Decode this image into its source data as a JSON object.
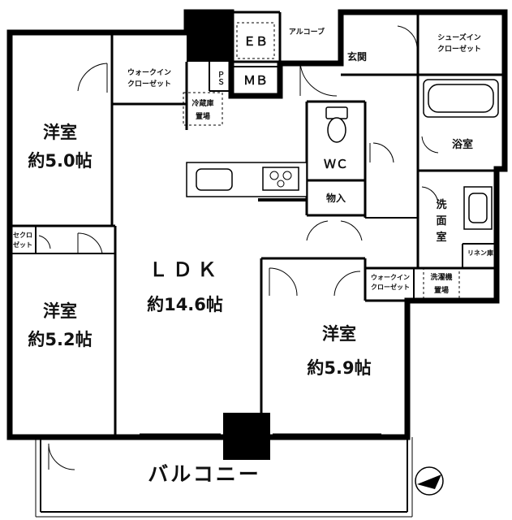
{
  "rooms": {
    "western_room_1": {
      "name": "洋室",
      "size": "約5.0帖"
    },
    "western_room_2": {
      "name": "洋室",
      "size": "約5.2帖"
    },
    "western_room_3": {
      "name": "洋室",
      "size": "約5.9帖"
    },
    "ldk": {
      "name": "ＬＤＫ",
      "size": "約14.6帖"
    },
    "walk_in_closet_1": {
      "line1": "ウォークイン",
      "line2": "クローゼット"
    },
    "walk_in_closet_2": {
      "line1": "ウォークイン",
      "line2": "クローゼット"
    },
    "shoes_closet": {
      "line1": "シューズイン",
      "line2": "クローゼット"
    },
    "fridge_space": {
      "line1": "冷蔵庫",
      "line2": "置場"
    },
    "washer_space": {
      "line1": "洗濯機",
      "line2": "置場"
    },
    "closet": {
      "line1": "セクロ",
      "line2": "ゼット"
    },
    "linen": "リネン庫",
    "eb": "ＥＢ",
    "ps": "ＰＳ",
    "mb": "ＭＢ",
    "alcove": "アルコーブ",
    "entrance": "玄関",
    "bath": "浴室",
    "wc": "ＷＣ",
    "storage": "物入",
    "washroom": {
      "c1": "洗",
      "c2": "面",
      "c3": "室"
    },
    "balcony": "バルコニー"
  }
}
